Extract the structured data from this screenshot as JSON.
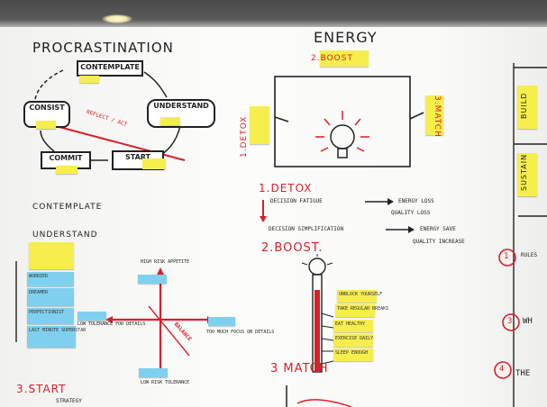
{
  "procrastination": {
    "title": "PROCRASTINATION",
    "contemplate_box": "CONTEMPLATE",
    "understand_box": "UNDERSTAND",
    "consist_box": "CONSIST",
    "commit_box": "COMMIT",
    "start_box": "START",
    "reflect_act": "REFLECT / ACT",
    "contemplate_heading": "CONTEMPLATE",
    "understand_heading": "UNDERSTAND",
    "start_heading": "3.START",
    "strategy_text": "STRATEGY",
    "worrier": "WORRIER",
    "dreamer": "DREAMER",
    "perfectionist": "PERFECTIONIST",
    "last_minute": "LAST MINUTE SUPERSTAR",
    "high_rise": "HIGH RISK APPETITE",
    "low_tolerance": "LOW TOLERANCE FOR DETAILS",
    "too_much_focus": "TOO MUCH FOCUS ON DETAILS",
    "low_risk": "LOW RISK TOLERANCE",
    "balance": "BALANCE"
  },
  "energy": {
    "title": "ENERGY",
    "boost_label": "2.BOOST",
    "detox_label": "1.DETOX",
    "match_label": "3.MATCH",
    "detox_heading": "1.DETOX",
    "decision_fatigue": "DECISION FATIGUE",
    "energy_loss": "ENERGY LOSS",
    "quality_loss": "QUALITY LOSS",
    "decision_simplification": "DECISION SIMPLIFICATION",
    "energy_save": "ENERGY SAVE",
    "quality_increase": "QUALITY INCREASE",
    "boost_heading": "2.BOOST.",
    "boost_notes": [
      "UNBLOCK YOURSELF",
      "TAKE REGULAR BREAKS",
      "EAT HEALTHY",
      "EXERCISE DAILY",
      "SLEEP ENOUGH"
    ],
    "match_heading": "3 MATCH"
  },
  "right": {
    "build": "BUILD",
    "sustain": "SUSTAIN",
    "rules_num": "1",
    "rules": "RULES",
    "who_num": "3",
    "who": "WH",
    "the_num": "4",
    "the": "THE"
  },
  "colors": {
    "yellow": "#f6ee4c",
    "blue": "#7fd0ef",
    "orange": "#f5b455",
    "red": "#d8202a"
  }
}
